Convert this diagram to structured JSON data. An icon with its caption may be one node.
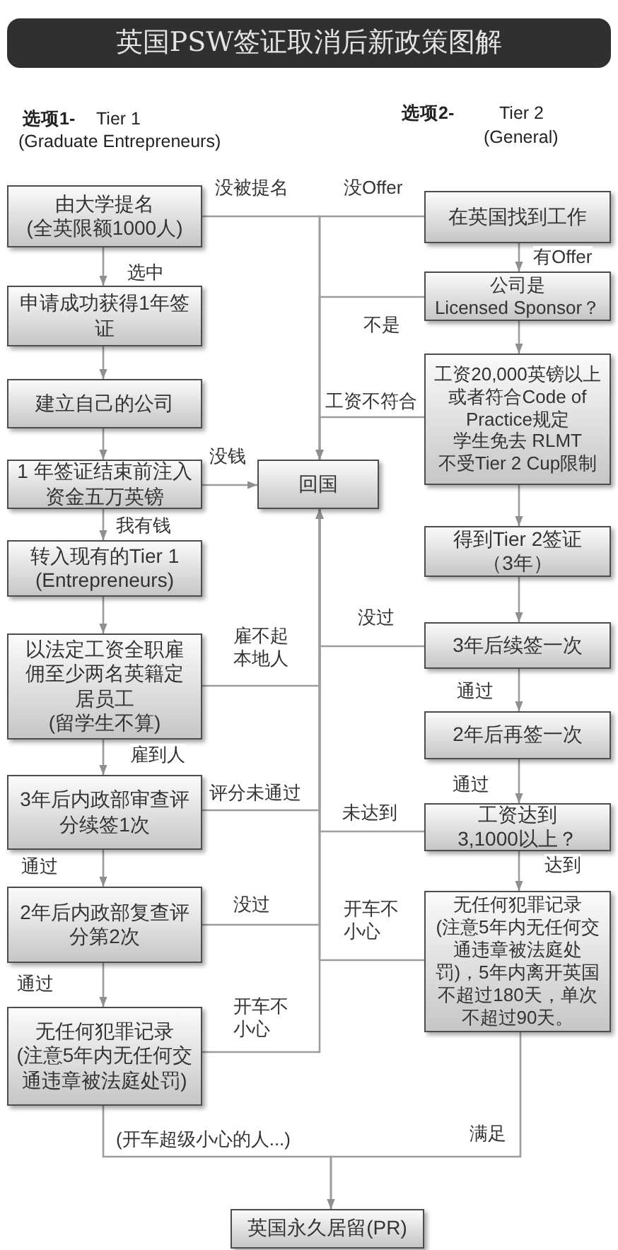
{
  "diagram": {
    "title": "英国PSW签证取消后新政策图解",
    "nodes": [
      {
        "text": [
          "由大学提名",
          "(全英限额1000人)"
        ]
      },
      {
        "text": [
          "申请成功获得1年签证"
        ]
      },
      {
        "text": [
          "建立自己的公司"
        ]
      },
      {
        "text": [
          "1 年签证结束前注入资金五万英镑"
        ]
      },
      {
        "text": [
          "转入现有的Tier 1",
          "(Entrepreneurs)"
        ]
      },
      {
        "text": [
          "以法定工资全职雇佣至少两名英籍定居员工",
          "(留学生不算)"
        ]
      },
      {
        "text": [
          "3年后内政部审查评分续签1次"
        ]
      },
      {
        "text": [
          "2年后内政部复查评分第2次"
        ]
      },
      {
        "text": [
          "无任何犯罪记录",
          "(注意5年内无任何交通违章被法庭处罚)"
        ]
      },
      {
        "text": [
          "回国"
        ]
      },
      {
        "text": [
          "在英国找到工作"
        ]
      },
      {
        "text": [
          "公司是",
          "Licensed Sponsor？"
        ]
      },
      {
        "text": [
          "工资20,000英镑以上或者符合Code of Practice规定",
          "学生免去 RLMT",
          "不受Tier 2 Cup限制"
        ]
      },
      {
        "text": [
          "得到Tier 2签证",
          "（3年）"
        ]
      },
      {
        "text": [
          "3年后续签一次"
        ]
      },
      {
        "text": [
          "2年后再签一次"
        ]
      },
      {
        "text": [
          "工资达到",
          "3,1000以上？"
        ]
      },
      {
        "text": [
          "无任何犯罪记录",
          "(注意5年内无任何交通违章被法庭处罚)，5年内离开英国不超过180天，单次不超过90天。"
        ]
      },
      {
        "text": [
          "英国永久居留(PR)"
        ]
      }
    ],
    "edges": [
      {
        "from": 0,
        "to": 1,
        "arrow": "to",
        "label": "选中"
      },
      {
        "from": 1,
        "to": 2,
        "arrow": "to"
      },
      {
        "from": 2,
        "to": 3,
        "arrow": "to"
      },
      {
        "from": 3,
        "to": 4,
        "arrow": "to",
        "label": "我有钱"
      },
      {
        "from": 4,
        "to": 5,
        "arrow": "to"
      },
      {
        "from": 5,
        "to": 6,
        "arrow": "to",
        "label": "雇到人"
      },
      {
        "from": 6,
        "to": 7,
        "arrow": "to",
        "label": "通过"
      },
      {
        "from": 7,
        "to": 8,
        "arrow": "to",
        "label": "通过"
      },
      {
        "from": 8,
        "to": 18,
        "arrow": "to",
        "label": "(开车超级小心的人...)"
      },
      {
        "from": 10,
        "to": 11,
        "arrow": "to",
        "label": "有Offer"
      },
      {
        "from": 11,
        "to": 12,
        "arrow": "to"
      },
      {
        "from": 12,
        "to": 13,
        "arrow": "to"
      },
      {
        "from": 13,
        "to": 14,
        "arrow": "to"
      },
      {
        "from": 14,
        "to": 15,
        "arrow": "to",
        "label": "通过"
      },
      {
        "from": 15,
        "to": 16,
        "arrow": "to",
        "label": "通过"
      },
      {
        "from": 16,
        "to": 17,
        "arrow": "to",
        "label": "达到"
      },
      {
        "from": 17,
        "to": 18,
        "arrow": "to",
        "label": "满足"
      },
      {
        "from": 0,
        "to": 9,
        "arrow": "to",
        "label": "没被提名"
      },
      {
        "from": 10,
        "to": 9,
        "arrow": "to",
        "label": "没Offer"
      },
      {
        "from": 11,
        "to": 9,
        "arrow": "to",
        "label": "不是"
      },
      {
        "from": 12,
        "to": 9,
        "arrow": "to",
        "label": "工资不符合"
      },
      {
        "from": 3,
        "to": 9,
        "arrow": "to",
        "label": "没钱"
      },
      {
        "from": 5,
        "to": 9,
        "arrow": "to",
        "label": "雇不起本地人"
      },
      {
        "from": 14,
        "to": 9,
        "arrow": "to",
        "label": "没过"
      },
      {
        "from": 6,
        "to": 9,
        "arrow": "to",
        "label": "评分未通过"
      },
      {
        "from": 16,
        "to": 9,
        "arrow": "to",
        "label": "未达到"
      },
      {
        "from": 7,
        "to": 9,
        "arrow": "to",
        "label": "没过"
      },
      {
        "from": 17,
        "to": 9,
        "arrow": "to",
        "label": "开车不小心"
      },
      {
        "from": 8,
        "to": 9,
        "arrow": "to",
        "label": "开车不小心"
      }
    ],
    "labels": [
      "选项1-",
      "Tier 1",
      "(Graduate Entrepreneurs)",
      "选项2-",
      "Tier 2",
      "(General)"
    ]
  }
}
